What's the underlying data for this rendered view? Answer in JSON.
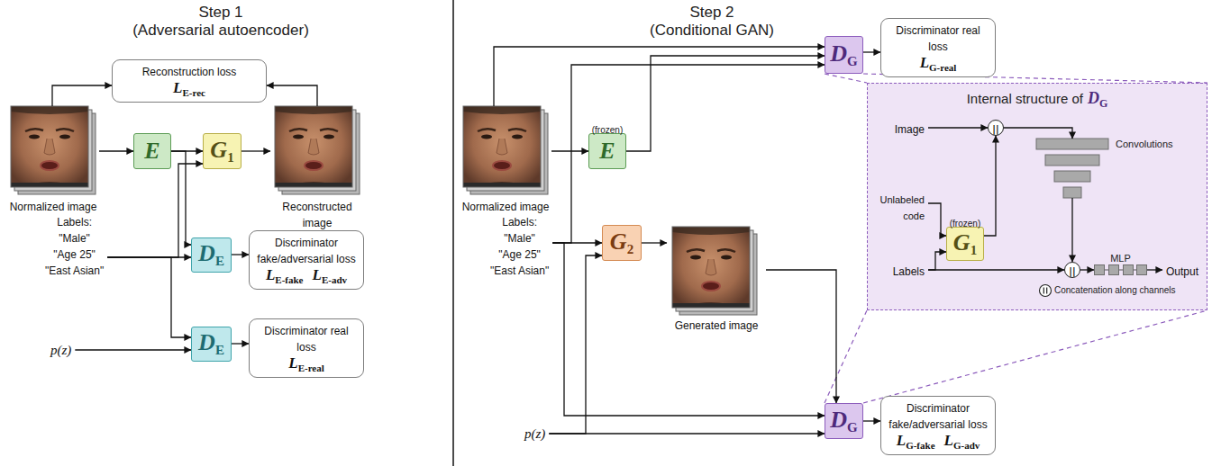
{
  "diagram": {
    "nodes": [
      {
        "text": [
          "Reconstruction loss",
          "L",
          "E-rec"
        ]
      },
      {
        "text": [
          "Normalized image"
        ]
      },
      {
        "text": [
          "E"
        ]
      },
      {
        "text": [
          "G",
          "1"
        ]
      },
      {
        "text": [
          "Reconstructed image"
        ]
      },
      {
        "text": [
          "Labels:",
          "\"Male\"",
          "\"Age 25\"",
          "\"East Asian\""
        ]
      },
      {
        "text": [
          "D",
          "E"
        ]
      },
      {
        "text": [
          "Discriminator fake/adversarial loss",
          "L",
          "E-fake",
          "L",
          "E-adv"
        ]
      },
      {
        "text": [
          "p(z)"
        ]
      },
      {
        "text": [
          "D",
          "E"
        ]
      },
      {
        "text": [
          "Discriminator real loss",
          "L",
          "E-real"
        ]
      },
      {
        "text": [
          "Normalized image"
        ]
      },
      {
        "text": [
          "(frozen)",
          "E"
        ]
      },
      {
        "text": [
          "D",
          "G"
        ]
      },
      {
        "text": [
          "Discriminator real loss",
          "L",
          "G-real"
        ]
      },
      {
        "text": [
          "Labels:",
          "\"Male\"",
          "\"Age 25\"",
          "\"East Asian\""
        ]
      },
      {
        "text": [
          "G",
          "2"
        ]
      },
      {
        "text": [
          "Generated image"
        ]
      },
      {
        "text": [
          "p(z)"
        ]
      },
      {
        "text": [
          "D",
          "G"
        ]
      },
      {
        "text": [
          "Discriminator fake/adversarial loss",
          "L",
          "G-fake",
          "L",
          "G-adv"
        ]
      },
      {
        "text": [
          "Internal structure of",
          "D",
          "G"
        ]
      },
      {
        "text": [
          "Image"
        ],
        "in": 21
      },
      {
        "text": [
          "||"
        ],
        "in": 21
      },
      {
        "text": [
          "Unlabeled code"
        ],
        "in": 21
      },
      {
        "text": [
          "(frozen)",
          "G",
          "1"
        ],
        "in": 21
      },
      {
        "text": [
          "Labels"
        ],
        "in": 21
      },
      {
        "text": [
          "Convolutions"
        ],
        "in": 21
      },
      {
        "text": [
          "||"
        ],
        "in": 21
      },
      {
        "text": [
          "MLP"
        ],
        "in": 21
      },
      {
        "text": [
          "Output"
        ],
        "in": 21
      }
    ],
    "edges": [
      {
        "from": 1,
        "to": 0,
        "arrow": "to"
      },
      {
        "from": 4,
        "to": 0,
        "arrow": "to"
      },
      {
        "from": 1,
        "to": 2,
        "arrow": "to"
      },
      {
        "from": 2,
        "to": 3,
        "arrow": "to"
      },
      {
        "from": 2,
        "to": 6,
        "arrow": "to"
      },
      {
        "from": 3,
        "to": 4,
        "arrow": "to"
      },
      {
        "from": 5,
        "to": 6,
        "arrow": "to"
      },
      {
        "from": 5,
        "to": 3,
        "arrow": "to"
      },
      {
        "from": 5,
        "to": 9,
        "arrow": "to"
      },
      {
        "from": 8,
        "to": 9,
        "arrow": "to"
      },
      {
        "from": 6,
        "to": 7,
        "arrow": "to"
      },
      {
        "from": 9,
        "to": 10,
        "arrow": "to"
      },
      {
        "from": 11,
        "to": 13,
        "arrow": "to"
      },
      {
        "from": 11,
        "to": 12,
        "arrow": "to"
      },
      {
        "from": 12,
        "to": 13,
        "arrow": "to"
      },
      {
        "from": 15,
        "to": 13,
        "arrow": "to"
      },
      {
        "from": 15,
        "to": 16,
        "arrow": "to"
      },
      {
        "from": 15,
        "to": 19,
        "arrow": "to"
      },
      {
        "from": 18,
        "to": 16,
        "arrow": "to"
      },
      {
        "from": 18,
        "to": 19,
        "arrow": "to"
      },
      {
        "from": 16,
        "to": 17,
        "arrow": "to"
      },
      {
        "from": 17,
        "to": 19,
        "arrow": "to"
      },
      {
        "from": 13,
        "to": 14,
        "arrow": "to"
      },
      {
        "from": 19,
        "to": 20,
        "arrow": "to"
      },
      {
        "from": 22,
        "to": 23,
        "arrow": "to"
      },
      {
        "from": 25,
        "to": 23,
        "arrow": "to"
      },
      {
        "from": 23,
        "to": 27,
        "arrow": "to"
      },
      {
        "from": 24,
        "to": 25,
        "arrow": "to"
      },
      {
        "from": 26,
        "to": 25,
        "arrow": "to"
      },
      {
        "from": 27,
        "to": 28,
        "arrow": "to"
      },
      {
        "from": 26,
        "to": 28,
        "arrow": "to"
      },
      {
        "from": 28,
        "to": 29,
        "arrow": "to"
      },
      {
        "from": 29,
        "to": 30,
        "arrow": "to"
      }
    ],
    "labels": [
      "Step 1",
      "(Adversarial autoencoder)",
      "Step 2",
      "(Conditional GAN)"
    ],
    "legend": [
      {
        "text": "Concatenation along channels"
      }
    ]
  }
}
